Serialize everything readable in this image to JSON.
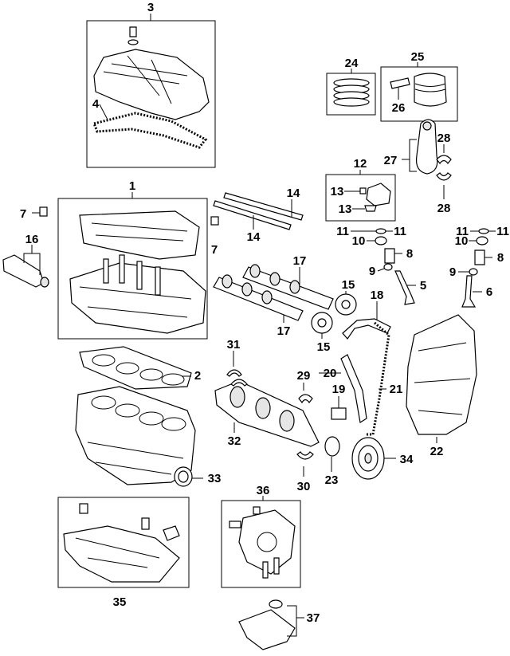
{
  "callouts": {
    "c1": "1",
    "c2": "2",
    "c3": "3",
    "c4": "4",
    "c5": "5",
    "c6": "6",
    "c7a": "7",
    "c7b": "7",
    "c8a": "8",
    "c8b": "8",
    "c9a": "9",
    "c9b": "9",
    "c10a": "10",
    "c10b": "10",
    "c11a": "11",
    "c11b": "11",
    "c11c": "11",
    "c11d": "11",
    "c12": "12",
    "c13a": "13",
    "c13b": "13",
    "c14a": "14",
    "c14b": "14",
    "c15a": "15",
    "c15b": "15",
    "c16": "16",
    "c17a": "17",
    "c17b": "17",
    "c18": "18",
    "c19": "19",
    "c20": "20",
    "c21": "21",
    "c22": "22",
    "c23": "23",
    "c24": "24",
    "c25": "25",
    "c26": "26",
    "c27": "27",
    "c28a": "28",
    "c28b": "28",
    "c29": "29",
    "c30": "30",
    "c31": "31",
    "c32": "32",
    "c33": "33",
    "c34": "34",
    "c35": "35",
    "c36": "36",
    "c37": "37"
  }
}
